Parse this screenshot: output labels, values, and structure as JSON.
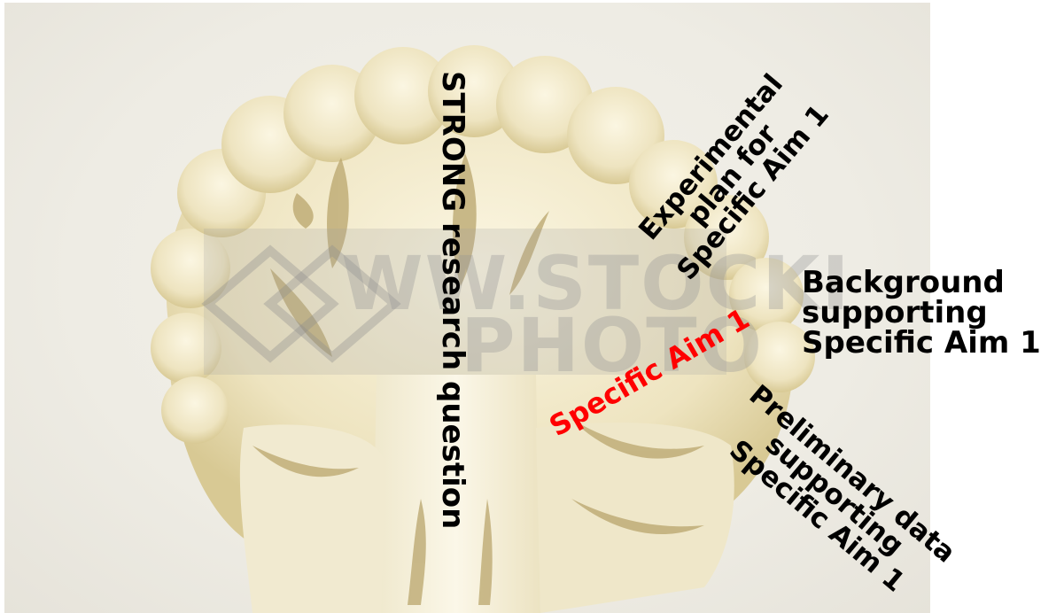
{
  "image": {
    "subject": "cauliflower cross-section photograph",
    "watermark_lines": [
      "WW.STOCKI",
      "PHOTO"
    ]
  },
  "labels": {
    "research_question": "STRONG research question",
    "specific_aim": "Specific Aim 1",
    "experimental_plan": "Experimental\nplan for\nSpecific Aim 1",
    "background": "Background\nsupporting\nSpecific Aim 1",
    "preliminary_data": "Preliminary data\nsupporting\nSpecific Aim 1"
  },
  "colors": {
    "label_text": "#000000",
    "specific_aim_text": "#ff0000",
    "cauliflower_light": "#f2ebcf",
    "cauliflower_shadow": "#c9b985",
    "background": "#eeece4"
  }
}
